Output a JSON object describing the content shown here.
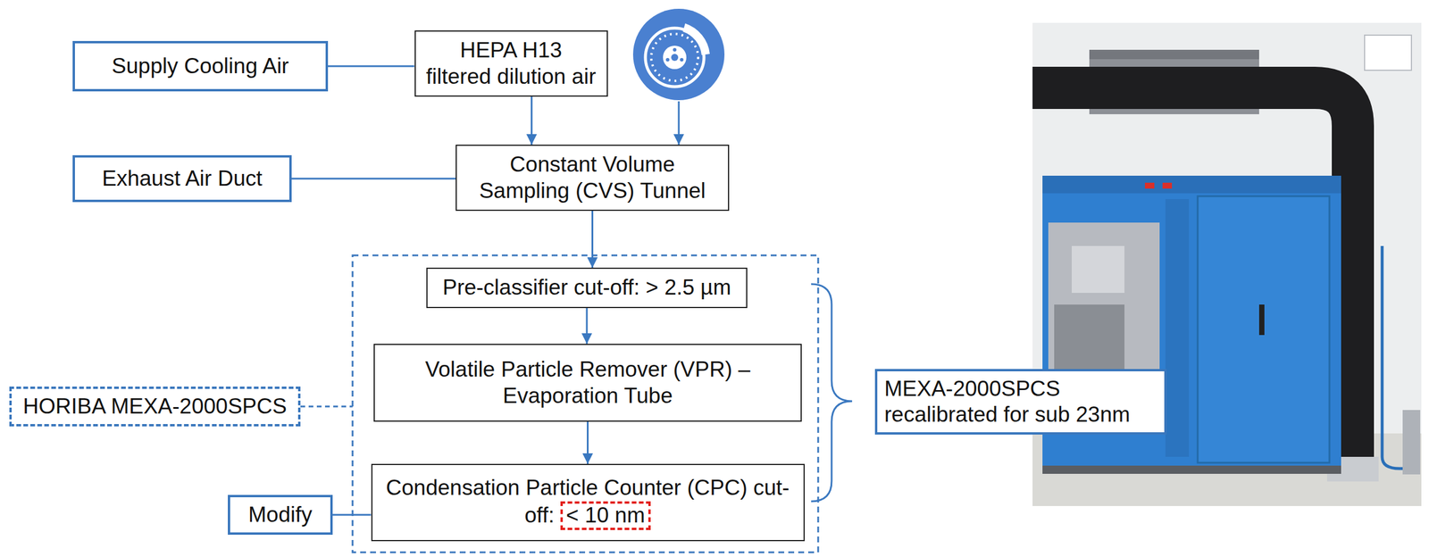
{
  "diagram": {
    "nodes": [
      {
        "text": [
          "Supply Cooling Air"
        ]
      },
      {
        "text": [
          "HEPA H13 filtered dilution air"
        ]
      },
      {
        "text": [
          "Exhaust Air Duct"
        ]
      },
      {
        "text": [
          "Constant Volume Sampling (CVS) Tunnel"
        ]
      },
      {
        "text": [
          "Pre-classifier cut-off: > 2.5 µm"
        ]
      },
      {
        "text": [
          "Volatile Particle Remover (VPR) – Evaporation Tube"
        ]
      },
      {
        "text": [
          "HORIBA MEXA-2000SPCS"
        ]
      },
      {
        "text": [
          "MEXA-2000SPCS recalibrated for sub 23nm"
        ]
      },
      {
        "text": [
          "Modify"
        ]
      },
      {
        "text": [
          "Condensation Particle Counter (CPC) cut-off:"
        ]
      },
      {
        "text": [
          "< 10 nm"
        ],
        "in": 9
      }
    ],
    "edges": [
      {
        "from": 0,
        "to": 1,
        "arrow": "none"
      },
      {
        "from": 2,
        "to": 3,
        "arrow": "none"
      },
      {
        "from": 1,
        "to": 3,
        "arrow": "to"
      },
      {
        "from": 3,
        "to": 4,
        "arrow": "to"
      },
      {
        "from": 4,
        "to": 5,
        "arrow": "to"
      },
      {
        "from": 5,
        "to": 9,
        "arrow": "to"
      },
      {
        "from": 8,
        "to": 9,
        "arrow": "none"
      }
    ]
  }
}
